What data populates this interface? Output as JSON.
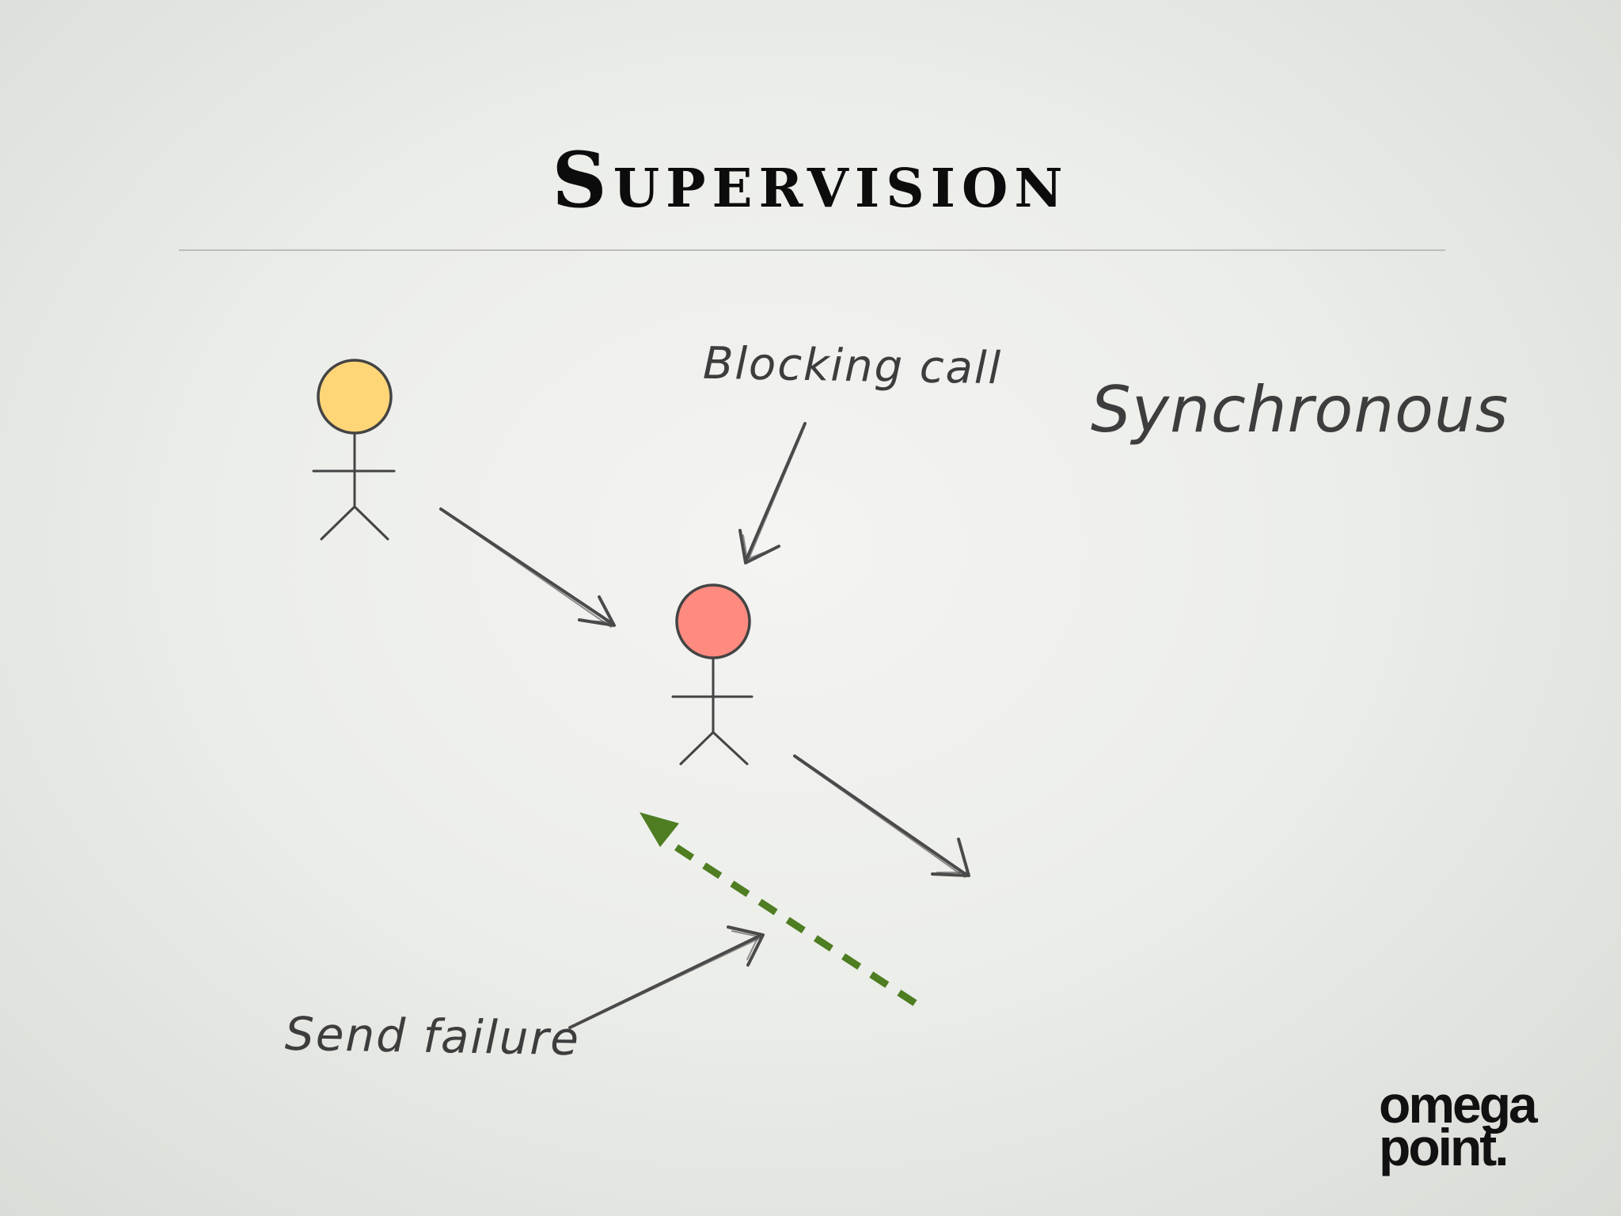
{
  "slide": {
    "title": "Supervision",
    "annotations": {
      "blocking_call": "Blocking call",
      "mode": "Synchronous",
      "send_failure": "Send failure"
    },
    "actors": {
      "caller": {
        "head_color": "#ffd677"
      },
      "callee": {
        "head_color": "#ff8a80"
      }
    },
    "arrows": {
      "pencil_color": "#4a4a4a",
      "failure_color": "#4e7d22"
    },
    "logo": {
      "line1": "omega",
      "line2": "point."
    }
  }
}
